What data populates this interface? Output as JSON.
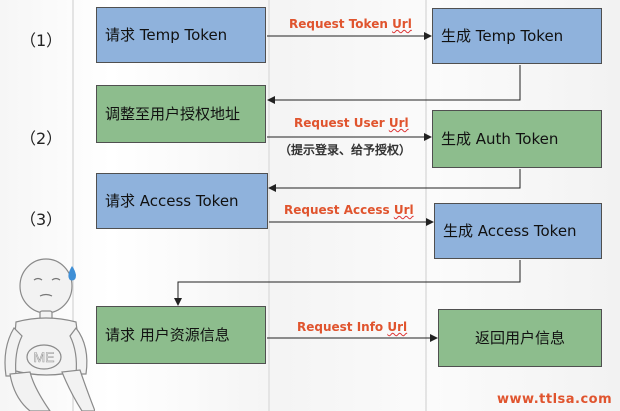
{
  "steps": [
    "（1）",
    "（2）",
    "（3）"
  ],
  "boxes": {
    "req_temp": "请求 Temp Token",
    "gen_temp": "生成 Temp Token",
    "redirect": "调整至用户授权地址",
    "gen_auth": "生成 Auth Token",
    "req_access": "请求 Access Token",
    "gen_access": "生成 Access Token",
    "req_info": "请求 用户资源信息",
    "ret_info": "返回用户信息"
  },
  "arrow_labels": {
    "request_token": "Request Token Url",
    "request_user": "Request User Url",
    "request_user_note": "（提示登录、给予授权）",
    "request_access": "Request Access Url",
    "request_info": "Request Info Url"
  },
  "mascot_text": "ME",
  "watermark": "www.ttlsa.com",
  "colors": {
    "client_box": "#8fb2dc",
    "server_box": "#8dbd8d",
    "label": "#e0542e"
  }
}
